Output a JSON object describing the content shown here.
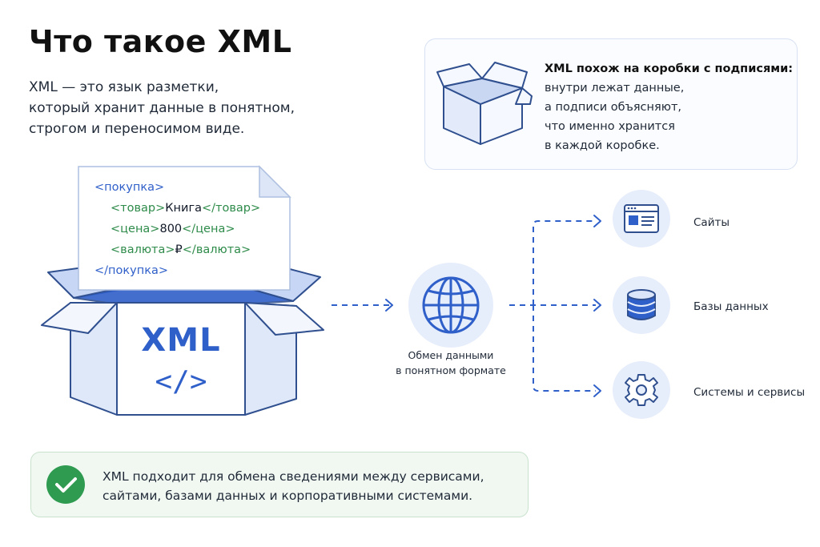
{
  "title": "Что такое XML",
  "intro": {
    "line1": "XML — это язык разметки,",
    "line2": "который хранит данные в понятном,",
    "line3": "строгом и переносимом виде."
  },
  "info_card": {
    "heading": "XML похож на коробки с подписями:",
    "line1": "внутри лежат данные,",
    "line2": "а подписи объясняют,",
    "line3": "что именно хранится",
    "line4": "в каждой коробке."
  },
  "code": {
    "open_root": "<покупка>",
    "item_open": "<товар>",
    "item_value": "Книга",
    "item_close": "</товар>",
    "price_open": "<цена>",
    "price_value": "800",
    "price_close": "</цена>",
    "currency_open": "<валюта>",
    "currency_value": "₽",
    "currency_close": "</валюта>",
    "close_root": "</покупка>"
  },
  "box": {
    "label": "XML",
    "code_symbol": "</>"
  },
  "exchange": {
    "line1": "Обмен данными",
    "line2": "в понятном формате"
  },
  "targets": [
    {
      "label": "Сайты",
      "icon": "browser-window-icon"
    },
    {
      "label": "Базы данных",
      "icon": "database-icon"
    },
    {
      "label": "Системы и сервисы",
      "icon": "gear-icon"
    }
  ],
  "note": {
    "line1": "XML подходит для обмена сведениями между сервисами,",
    "line2": "сайтами, базами данных и корпоративными системами."
  },
  "colors": {
    "primary_blue": "#2f5fc9",
    "light_blue": "#e6edfb",
    "tag_green": "#2e8b4a",
    "check_green": "#2e9b50"
  }
}
